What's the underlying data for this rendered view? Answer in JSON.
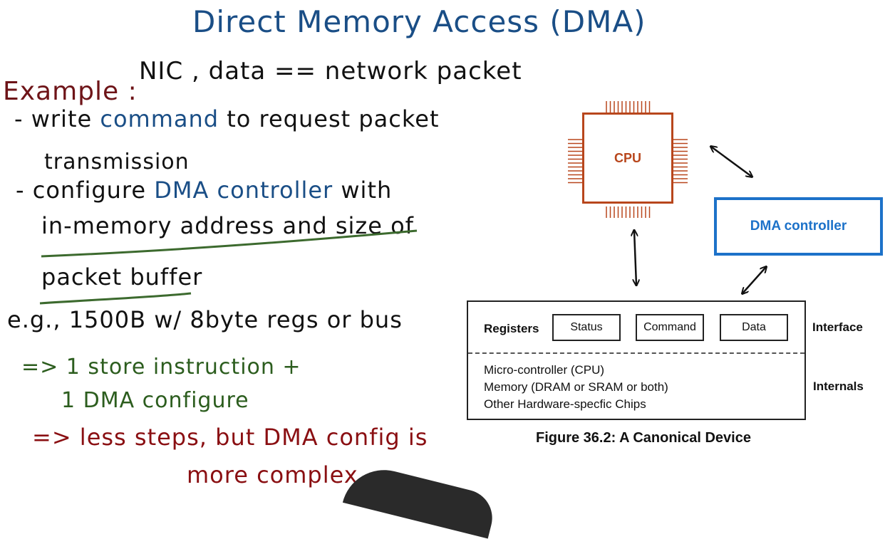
{
  "title": "Direct Memory Access (DMA)",
  "notes": {
    "example_label": "Example :",
    "example_text": "NIC , data == network packet",
    "bullet1_prefix": "- write ",
    "bullet1_keyword": "command",
    "bullet1_suffix": " to request packet",
    "bullet1_cont": "transmission",
    "bullet2_prefix": "- configure ",
    "bullet2_keyword": "DMA controller",
    "bullet2_suffix": " with",
    "bullet2_line2": "in-memory address and size of",
    "bullet2_line3": "packet buffer",
    "eg": "e.g., 1500B w/ 8byte regs or bus",
    "green1": "=> 1 store instruction +",
    "green2": "1 DMA configure",
    "red1": "=> less steps, but DMA config is",
    "red2": "more complex"
  },
  "figure": {
    "cpu_label": "CPU",
    "dma_label": "DMA controller",
    "registers_label": "Registers",
    "registers": [
      "Status",
      "Command",
      "Data"
    ],
    "internals": [
      "Micro-controller (CPU)",
      "Memory (DRAM or SRAM or both)",
      "Other Hardware-specfic Chips"
    ],
    "interface_label": "Interface",
    "internals_label": "Internals",
    "caption": "Figure 36.2: A Canonical Device"
  },
  "colors": {
    "title_blue": "#1a4e86",
    "example_red": "#6e1418",
    "green": "#2c5d1e",
    "dark_red": "#8a0f12",
    "cpu_orange": "#b8461c",
    "dma_blue": "#1d72c9"
  }
}
